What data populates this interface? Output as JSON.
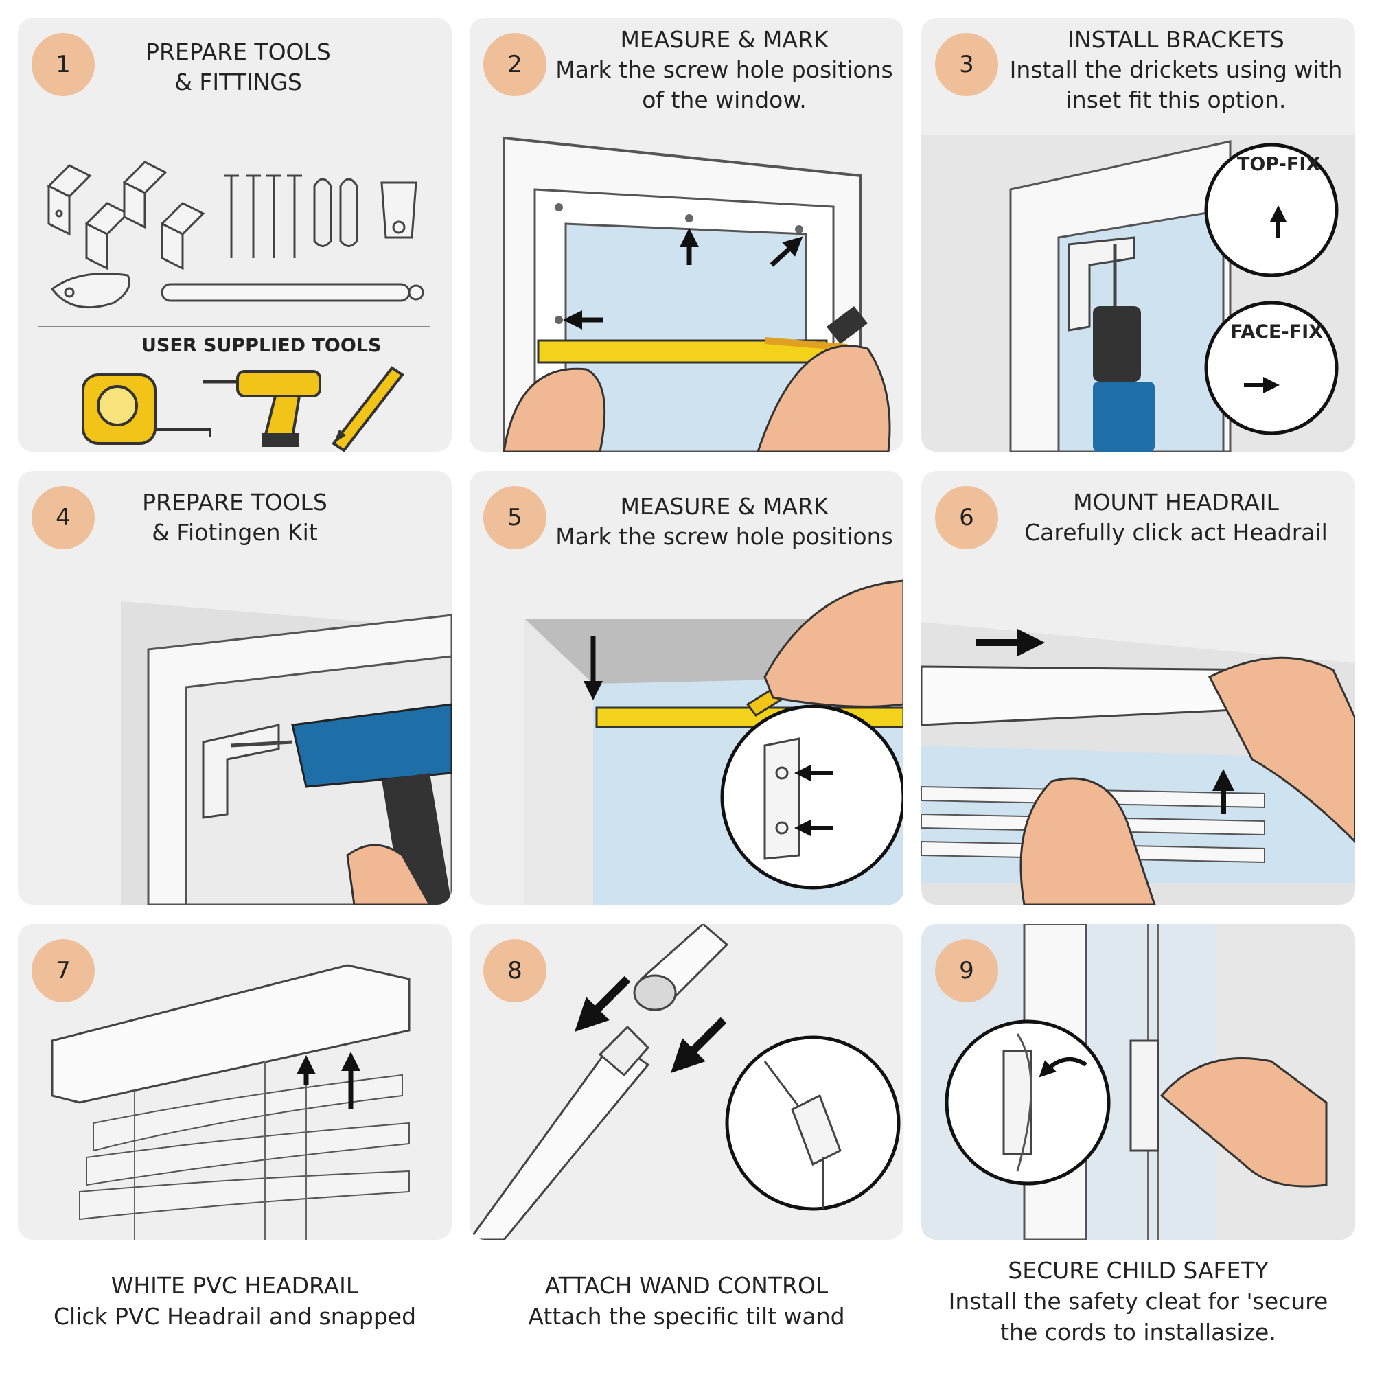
{
  "steps": [
    {
      "number": "1",
      "line1": "PREPARE TOOLS",
      "line2": "& FITTINGS",
      "line3": "",
      "sub_label": "USER SUPPLIED TOOLS"
    },
    {
      "number": "2",
      "line1": "MEASURE & MARK",
      "line2": "Mark the screw hole positions",
      "line3": "of the window."
    },
    {
      "number": "3",
      "line1": "INSTALL BRACKETS",
      "line2": "Install the drickets using with",
      "line3": "inset fit this option.",
      "inset_top": "TOP-FIX",
      "inset_face": "FACE-FIX"
    },
    {
      "number": "4",
      "line1": "PREPARE TOOLS",
      "line2": "& Fiotingen Kit",
      "line3": ""
    },
    {
      "number": "5",
      "line1": "MEASURE & MARK",
      "line2": "Mark the screw hole positions",
      "line3": ""
    },
    {
      "number": "6",
      "line1": "MOUNT HEADRAIL",
      "line2": "Carefully click act Headrail",
      "line3": ""
    },
    {
      "number": "7"
    },
    {
      "number": "8"
    },
    {
      "number": "9"
    }
  ],
  "captions": [
    {
      "line1": "WHITE PVC HEADRAIL",
      "line2": "Click PVC Headrail and snapped",
      "line3": ""
    },
    {
      "line1": "ATTACH WAND CONTROL",
      "line2": "Attach the specific tilt wand",
      "line3": ""
    },
    {
      "line1": "SECURE CHILD SAFETY",
      "line2": "Install the safety cleat for 'secure",
      "line3": "the cords to installasize."
    }
  ]
}
